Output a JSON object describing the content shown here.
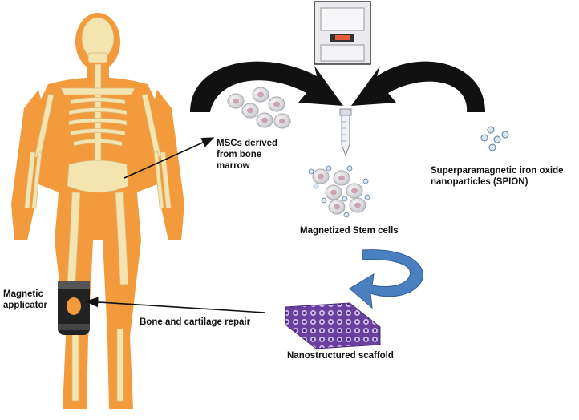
{
  "labels": {
    "mscs_line1": "MSCs derived",
    "mscs_line2": "from bone",
    "mscs_line3": "marrow",
    "spion_line1": "Superparamagnetic iron oxide",
    "spion_line2": "nanoparticles (SPION)",
    "magnetized": "Magnetized Stem cells",
    "magnetic_line1": "Magnetic",
    "magnetic_line2": "applicator",
    "repair": "Bone and cartilage repair",
    "scaffold": "Nanostructured scaffold"
  },
  "colors": {
    "body": "#f39a3c",
    "bone": "#f4e4b0",
    "arrow_black": "#111111",
    "arrow_blue": "#4a7fc0",
    "scaffold": "#6a3f9e",
    "cell": "#e8e8ec",
    "cell_nucleus": "#c9a6b0",
    "knee_brace": "#222222"
  }
}
